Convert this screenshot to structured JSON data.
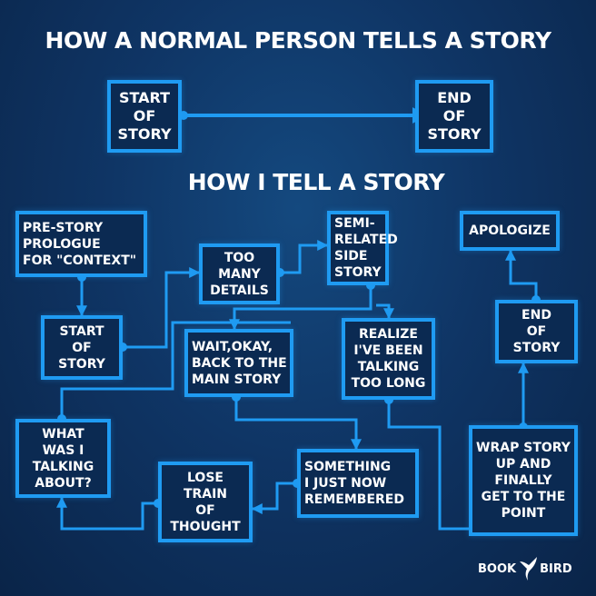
{
  "titles": {
    "normal": "HOW A NORMAL PERSON TELLS A STORY",
    "mine": "HOW I TELL A STORY"
  },
  "normal": {
    "start": "START\nOF\nSTORY",
    "end": "END\nOF\nSTORY"
  },
  "boxes": {
    "prestory": "PRE-STORY\nPROLOGUE\nFOR \"CONTEXT\"",
    "start": "START\nOF\nSTORY",
    "details": "TOO\nMANY\nDETAILS",
    "semi": "SEMI-\nRELATED\nSIDE\nSTORY",
    "apologize": "APOLOGIZE",
    "end": "END\nOF\nSTORY",
    "wait": "WAIT,OKAY,\nBACK TO THE\nMAIN STORY",
    "realize": "REALIZE\nI'VE BEEN\nTALKING\nTOO LONG",
    "what": "WHAT\nWAS I\nTALKING\nABOUT?",
    "lose": "LOSE\nTRAIN\nOF\nTHOUGHT",
    "something": "SOMETHING\nI JUST NOW\nREMEMBERED",
    "wrap": "WRAP STORY\nUP AND\nFINALLY\nGET TO THE\nPOINT"
  },
  "logo": {
    "left": "BOOK",
    "right": "BIRD"
  },
  "colors": {
    "accent": "#1f9bf2",
    "background": "#0f3565"
  }
}
